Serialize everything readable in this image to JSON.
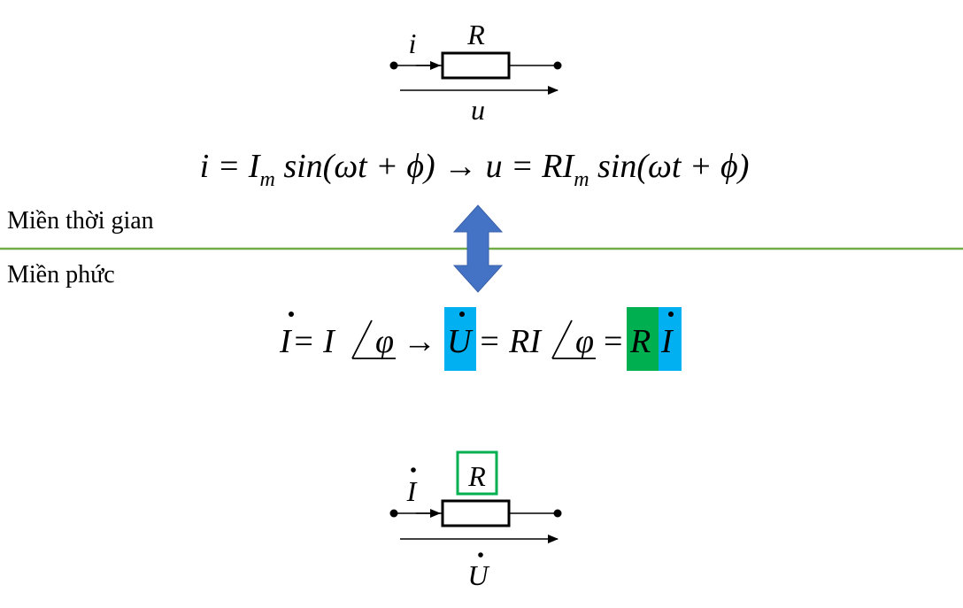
{
  "top_circuit": {
    "current_label": "i",
    "resistor_label": "R",
    "voltage_label": "u"
  },
  "time_domain_equation": {
    "p1": "i = I",
    "p1_sub": "m",
    "p2": " sin(ωt + ϕ) → u = RI",
    "p2_sub": "m",
    "p3": " sin(ωt + ϕ)"
  },
  "regions": {
    "time_label": "Miền thời gian",
    "phasor_label": "Miền phức"
  },
  "phasor_equation": {
    "current": "I",
    "eq1": " = I",
    "angle1": "φ",
    "arrow": "→",
    "voltage": "U",
    "eq2": "= RI",
    "angle2": "φ",
    "eq3": "=",
    "r": "R",
    "i_dot": "I"
  },
  "bottom_circuit": {
    "current_label": "I",
    "resistor_label": "R",
    "voltage_label": "U"
  },
  "colors": {
    "divider": "#70ad47",
    "double_arrow": "#4472c4",
    "highlight_blue": "#00b0f0",
    "highlight_green": "#00b050",
    "resistor_box": "#00b050"
  }
}
